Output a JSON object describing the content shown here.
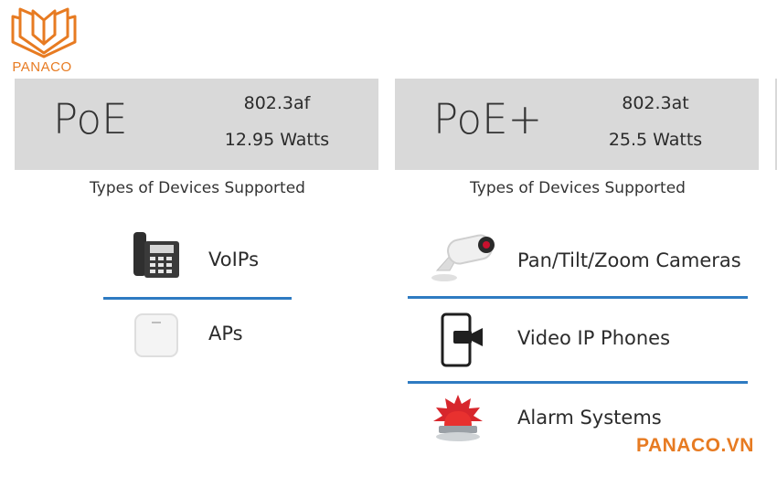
{
  "brand": {
    "logo_text": "PANACO",
    "url": "PANACO.VN",
    "accent_color": "#e77b22"
  },
  "left": {
    "title": "PoE",
    "standard": "802.3af",
    "watts": "12.95 Watts",
    "types_heading": "Types of Devices Supported",
    "devices": [
      {
        "label": "VoIPs",
        "icon": "desk-phone-icon"
      },
      {
        "label": "APs",
        "icon": "access-point-icon"
      }
    ]
  },
  "right": {
    "title": "PoE+",
    "standard": "802.3at",
    "watts": "25.5 Watts",
    "types_heading": "Types of Devices Supported",
    "devices": [
      {
        "label": "Pan/Tilt/Zoom Cameras",
        "icon": "security-camera-icon"
      },
      {
        "label": "Video IP Phones",
        "icon": "smartphone-video-icon"
      },
      {
        "label": "Alarm Systems",
        "icon": "alarm-siren-icon"
      }
    ]
  },
  "colors": {
    "panel_bg": "#d9d9d9",
    "divider": "#2e7bc2"
  }
}
